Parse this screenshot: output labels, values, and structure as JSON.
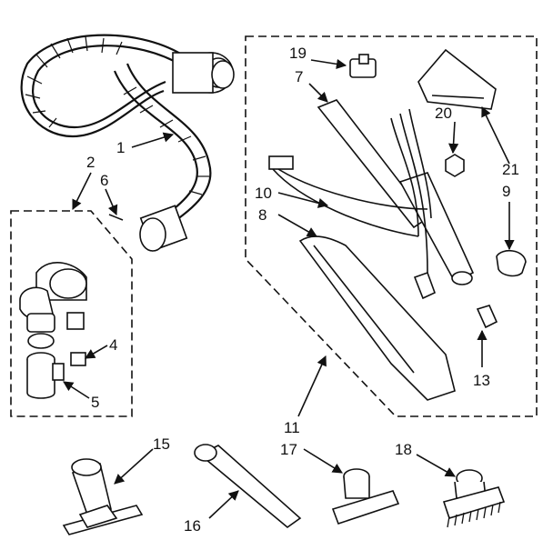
{
  "callouts": {
    "c1": "1",
    "c2": "2",
    "c4": "4",
    "c5": "5",
    "c6": "6",
    "c7": "7",
    "c8": "8",
    "c9": "9",
    "c10": "10",
    "c11": "11",
    "c13": "13",
    "c15": "15",
    "c16": "16",
    "c17": "17",
    "c18": "18",
    "c19": "19",
    "c20": "20",
    "c21": "21"
  }
}
